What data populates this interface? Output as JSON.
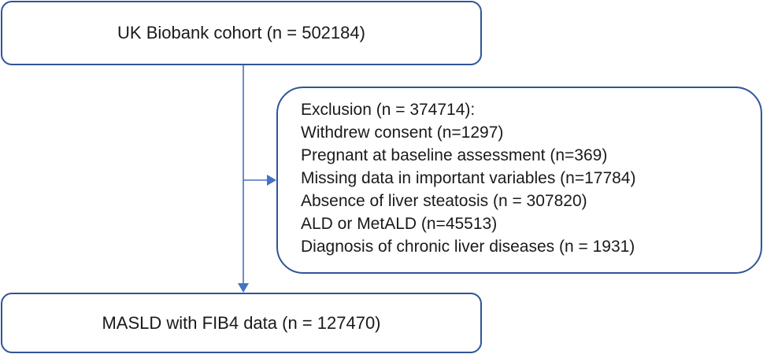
{
  "flowchart": {
    "cohort_box": "UK Biobank cohort (n = 502184)",
    "exclusion": {
      "header": "Exclusion (n = 374714):",
      "items": [
        "Withdrew consent (n=1297)",
        "Pregnant at baseline assessment (n=369)",
        "Missing data in important variables (n=17784)",
        "Absence of liver steatosis (n = 307820)",
        "ALD or MetALD (n=45513)",
        "Diagnosis of chronic liver diseases (n = 1931)"
      ]
    },
    "final_box": "MASLD with FIB4 data (n = 127470)"
  },
  "colors": {
    "box_border": "#2f5597",
    "connector": "#4472c4"
  }
}
